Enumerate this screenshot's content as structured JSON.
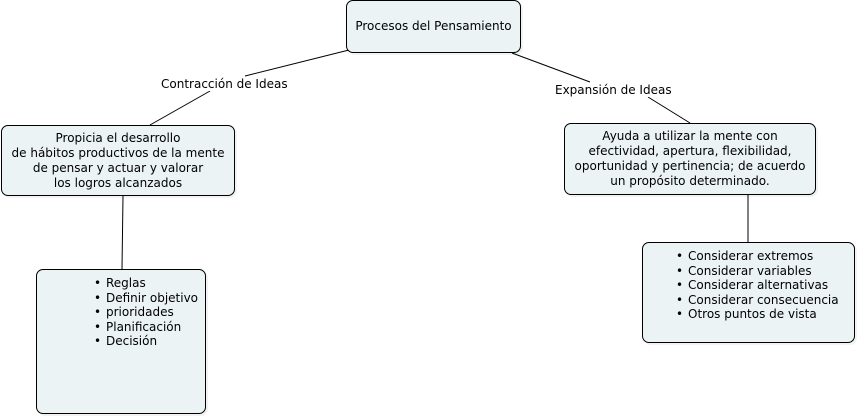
{
  "root": {
    "title": "Procesos del Pensamiento"
  },
  "links": {
    "left": "Contracción de Ideas",
    "right": "Expansión de Ideas"
  },
  "left_concept": {
    "lines": [
      "Propicia el desarrollo",
      "de hábitos productivos de la mente",
      "de pensar y actuar y valorar",
      "los logros alcanzados"
    ]
  },
  "right_concept": {
    "lines": [
      "Ayuda a utilizar la mente con",
      "efectividad, apertura, flexibilidad,",
      "oportunidad y pertinencia; de acuerdo",
      "un propósito determinado."
    ]
  },
  "left_list": {
    "bullet": "•",
    "items": [
      "Reglas",
      "Definir objetivo",
      "prioridades",
      "Planificación",
      "Decisión"
    ]
  },
  "right_list": {
    "bullet": "•",
    "items": [
      "Considerar extremos",
      "Considerar variables",
      "Considerar alternativas",
      "Considerar consecuencia",
      "Otros puntos de vista"
    ]
  },
  "colors": {
    "node_fill": "#ecf3f5",
    "border": "#000000",
    "line": "#000000"
  }
}
